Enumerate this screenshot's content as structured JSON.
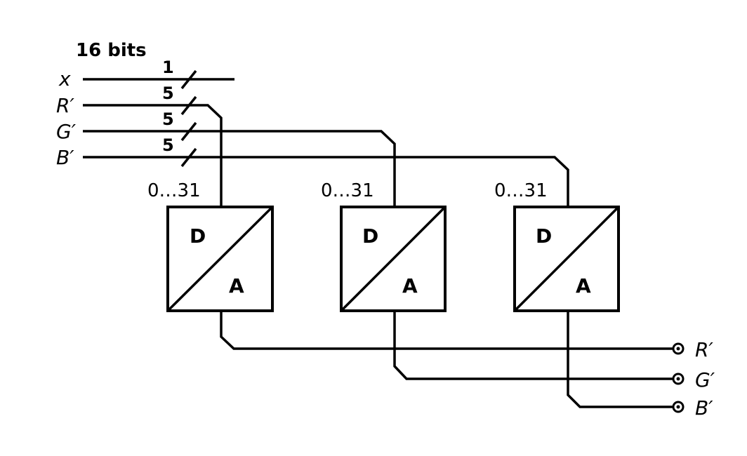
{
  "bus_label": "16 bits",
  "inputs": [
    {
      "name": "x",
      "width": "1"
    },
    {
      "name": "R′",
      "width": "5"
    },
    {
      "name": "G′",
      "width": "5"
    },
    {
      "name": "B′",
      "width": "5"
    }
  ],
  "converters": [
    {
      "range": "0…31",
      "top_label": "D",
      "bottom_label": "A"
    },
    {
      "range": "0…31",
      "top_label": "D",
      "bottom_label": "A"
    },
    {
      "range": "0…31",
      "top_label": "D",
      "bottom_label": "A"
    }
  ],
  "outputs": [
    "R′",
    "G′",
    "B′"
  ]
}
